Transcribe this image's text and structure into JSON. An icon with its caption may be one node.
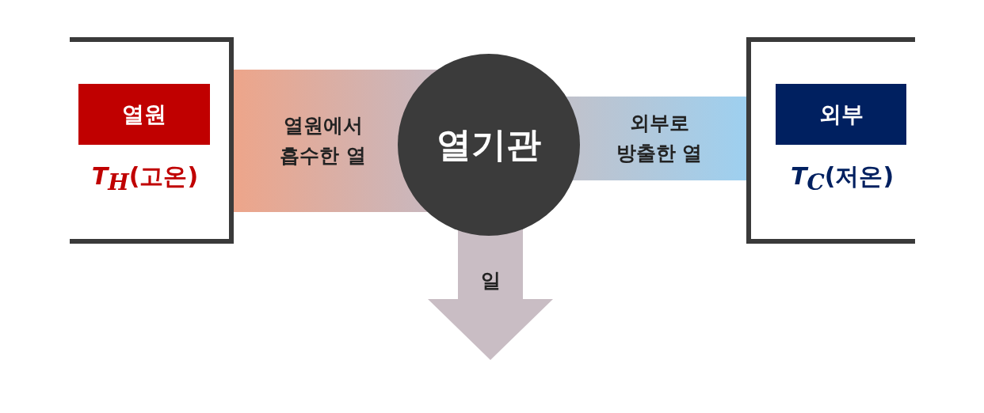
{
  "diagram": {
    "nodes": [
      {
        "text": [
          "*T*$_{H}$(고온)"
        ]
      },
      {
        "text": [
          "열원"
        ],
        "in": 0
      },
      {
        "text": [
          "열기관"
        ]
      },
      {
        "text": [
          "*T*$_{C}$(저온)"
        ]
      },
      {
        "text": [
          "외부"
        ],
        "in": 3
      }
    ],
    "edges": [
      {
        "from": 0,
        "to": 2,
        "arrow": "none",
        "label": "열원에서 흡수한 열"
      },
      {
        "from": 2,
        "to": 3,
        "arrow": "none",
        "label": "외부로 방출한 열"
      },
      {
        "from": 2,
        "to": null,
        "arrow": "to",
        "label": "일"
      }
    ]
  }
}
